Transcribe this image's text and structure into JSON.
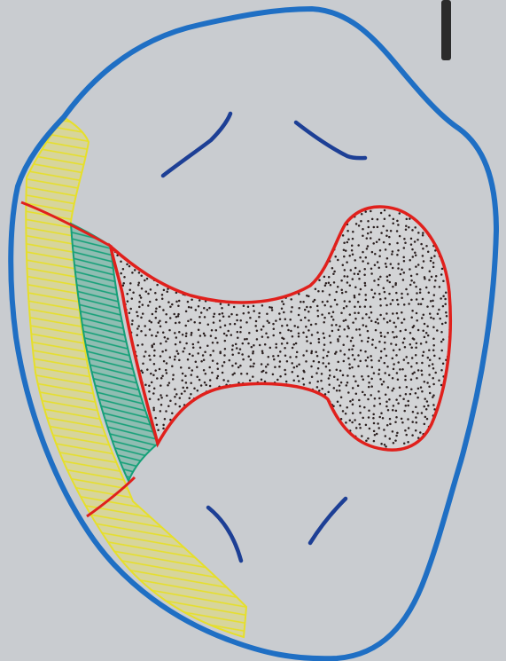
{
  "diagram": {
    "colors": {
      "background": "#c9ccd0",
      "outline": "#1f6fc4",
      "boundary": "#e0201c",
      "stipple_fill": "#d3d4d6",
      "stipple_dot": "#2a1f1f",
      "yellow_hatch": "#e6df2a",
      "yellow_fill": "#d7d59c",
      "green_hatch": "#15a078",
      "green_fill": "#8fbdb2",
      "mark": "#1d3f95",
      "scale_bar": "#2b2b2b"
    },
    "regions": [
      {
        "name": "outer-outline",
        "color": "outline"
      },
      {
        "name": "yellow-hatched-band",
        "color": "yellow_hatch"
      },
      {
        "name": "green-hatched-band",
        "color": "green_hatch"
      },
      {
        "name": "stippled-region",
        "color": "stipple_dot"
      }
    ],
    "marks": [
      "upper-left-mark",
      "upper-right-mark",
      "lower-left-mark",
      "lower-right-mark"
    ],
    "scale_bar": true
  }
}
